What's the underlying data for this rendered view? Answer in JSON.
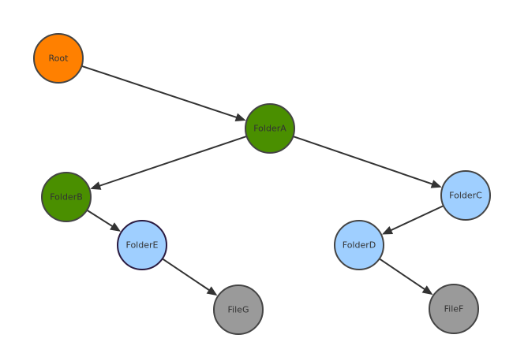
{
  "tree": {
    "nodes": [
      {
        "id": "root",
        "label": "Root",
        "color": "#ff8000",
        "border": "#444444"
      },
      {
        "id": "foldera",
        "label": "FolderA",
        "color": "#4a8f00",
        "border": "#444444"
      },
      {
        "id": "folderb",
        "label": "FolderB",
        "color": "#4a8f00",
        "border": "#444444"
      },
      {
        "id": "folderc",
        "label": "FolderC",
        "color": "#9fcfff",
        "border": "#444444"
      },
      {
        "id": "folderd",
        "label": "FolderD",
        "color": "#9fcfff",
        "border": "#444444"
      },
      {
        "id": "foldere",
        "label": "FolderE",
        "color": "#9fcfff",
        "border": "#2a1a40"
      },
      {
        "id": "filef",
        "label": "FileF",
        "color": "#9a9a9a",
        "border": "#444444"
      },
      {
        "id": "fileg",
        "label": "FileG",
        "color": "#9a9a9a",
        "border": "#444444"
      }
    ],
    "edges": [
      {
        "from": "root",
        "to": "foldera"
      },
      {
        "from": "foldera",
        "to": "folderb"
      },
      {
        "from": "foldera",
        "to": "folderc"
      },
      {
        "from": "folderb",
        "to": "foldere"
      },
      {
        "from": "folderc",
        "to": "folderd"
      },
      {
        "from": "foldere",
        "to": "fileg"
      },
      {
        "from": "folderd",
        "to": "filef"
      }
    ]
  }
}
